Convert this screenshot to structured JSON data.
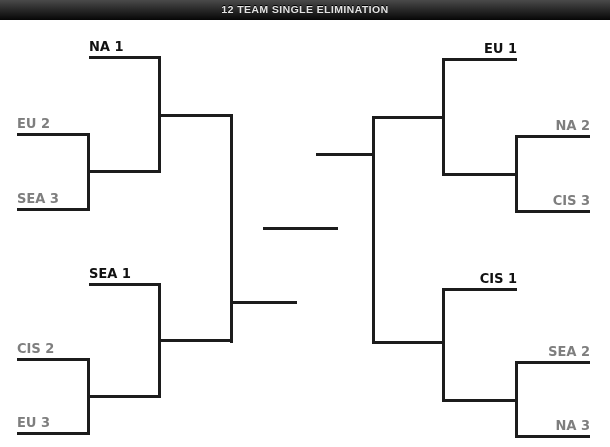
{
  "title": "12 TEAM SINGLE ELIMINATION",
  "colors": {
    "background": "#ffffff",
    "line": "#1c1c1c",
    "seed_label_text": "#111111",
    "team_label_text": "#7e7e7e",
    "titlebar_text": "#e3e3e3",
    "titlebar_gradient_top": "#4a4a4a",
    "titlebar_gradient_bottom": "#060606"
  },
  "bracket": {
    "left": {
      "top": {
        "seed": "NA 1",
        "match": [
          "EU 2",
          "SEA 3"
        ]
      },
      "bottom": {
        "seed": "SEA 1",
        "match": [
          "CIS 2",
          "EU 3"
        ]
      }
    },
    "right": {
      "top": {
        "seed": "EU 1",
        "match": [
          "NA 2",
          "CIS 3"
        ]
      },
      "bottom": {
        "seed": "CIS 1",
        "match": [
          "SEA 2",
          "NA 3"
        ]
      }
    }
  }
}
